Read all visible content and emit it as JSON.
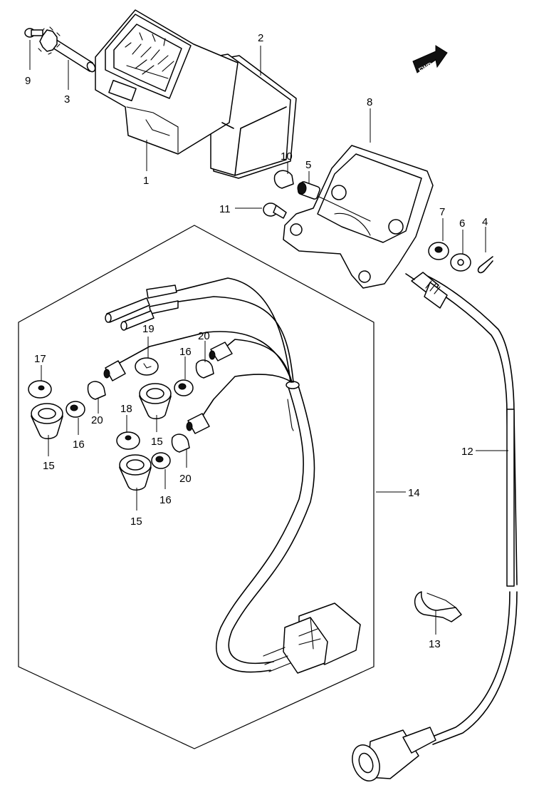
{
  "fwd_label": "FWD",
  "parts": {
    "p1": "1",
    "p2": "2",
    "p3": "3",
    "p4": "4",
    "p5": "5",
    "p6": "6",
    "p7": "7",
    "p8": "8",
    "p9": "9",
    "p10": "10",
    "p11": "11",
    "p12": "12",
    "p13": "13",
    "p14": "14",
    "p15a": "15",
    "p15b": "15",
    "p15c": "15",
    "p16a": "16",
    "p16b": "16",
    "p16c": "16",
    "p17": "17",
    "p18": "18",
    "p19": "19",
    "p20a": "20",
    "p20b": "20",
    "p20c": "20"
  }
}
